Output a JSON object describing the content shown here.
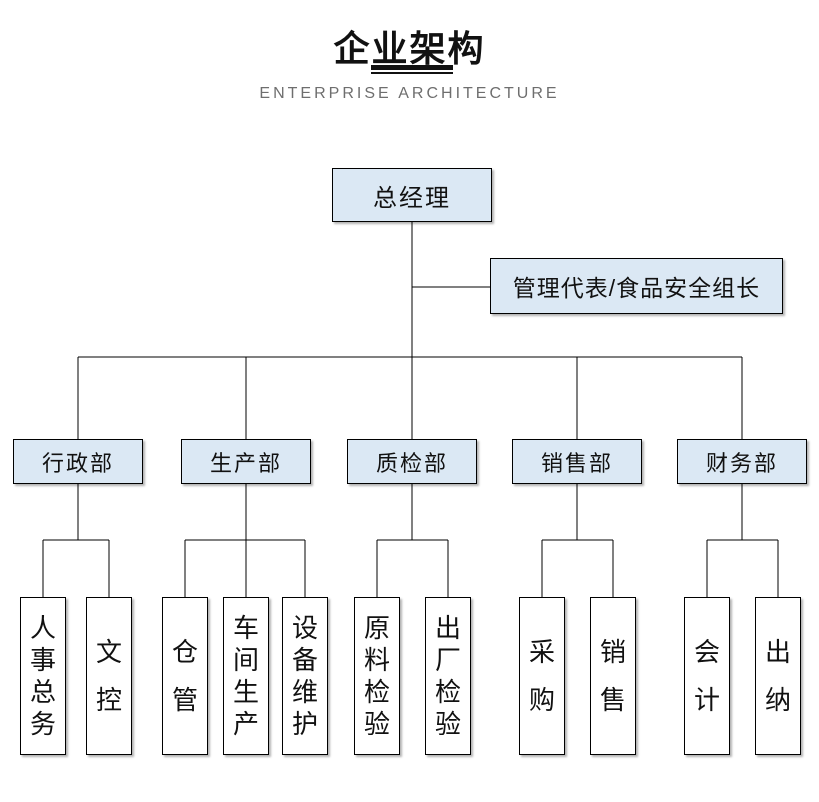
{
  "page": {
    "title": "企业架构",
    "subtitle": "ENTERPRISE ARCHITECTURE"
  },
  "org": {
    "root": {
      "label": "总经理"
    },
    "staff": {
      "label": "管理代表/食品安全组长"
    },
    "departments": [
      {
        "label": "行政部",
        "children": [
          {
            "label": "人事总务"
          },
          {
            "label": "文控"
          }
        ]
      },
      {
        "label": "生产部",
        "children": [
          {
            "label": "仓管"
          },
          {
            "label": "车间生产"
          },
          {
            "label": "设备维护"
          }
        ]
      },
      {
        "label": "质检部",
        "children": [
          {
            "label": "原料检验"
          },
          {
            "label": "出厂检验"
          }
        ]
      },
      {
        "label": "销售部",
        "children": [
          {
            "label": "采购"
          },
          {
            "label": "销售"
          }
        ]
      },
      {
        "label": "财务部",
        "children": [
          {
            "label": "会计"
          },
          {
            "label": "出纳"
          }
        ]
      }
    ]
  },
  "colors": {
    "node_fill": "#dbe8f4",
    "leaf_fill": "#ffffff",
    "node_border": "#000000",
    "line": "#000000",
    "title": "#111111",
    "subtitle": "#6e6e6e"
  }
}
